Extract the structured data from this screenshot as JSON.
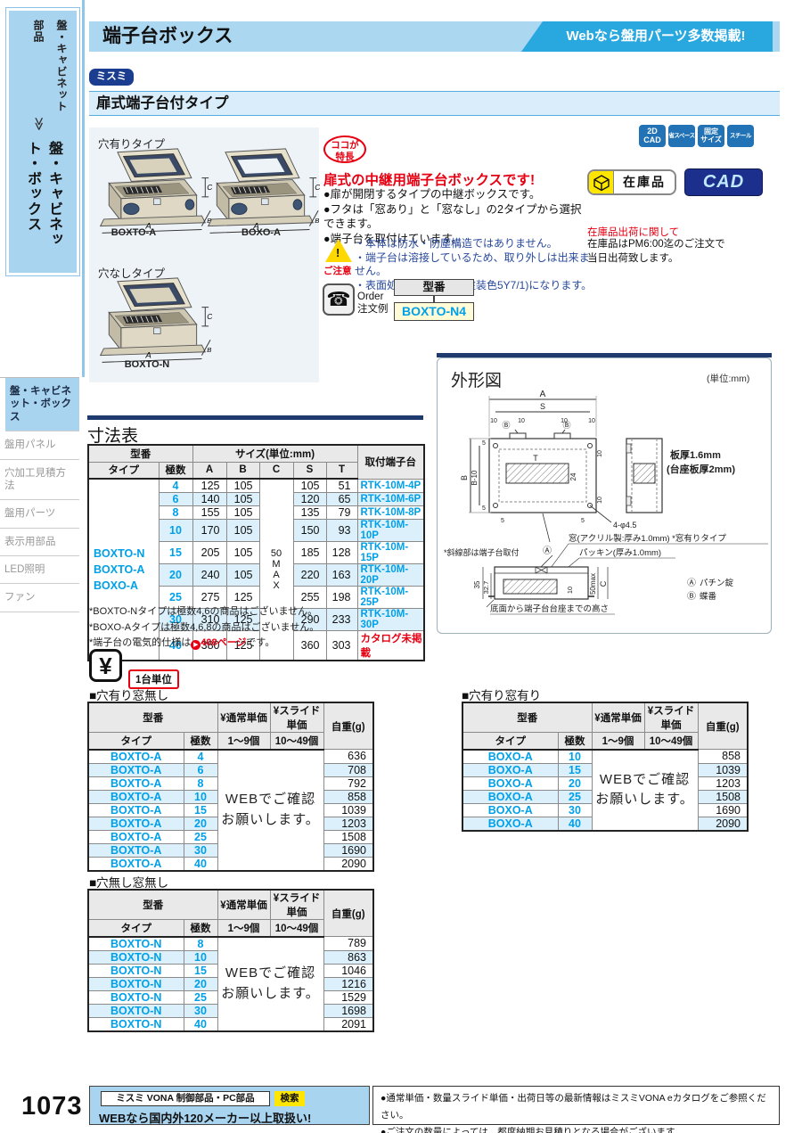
{
  "colors": {
    "accent_blue": "#29a8e0",
    "light_blue": "#abd7f1",
    "navy": "#1b3d8f",
    "tag_blue": "#2173b5",
    "link_blue": "#00a0e9",
    "alert_red": "#e60012",
    "stripe_blue": "#dcf0fb",
    "highlight_yellow": "#ffe600"
  },
  "header": {
    "page_title": "端子台ボックス",
    "web_banner": "Webなら盤用パーツ多数掲載!",
    "brand_badge": "ミスミ",
    "product_title": "扉式端子台付タイプ"
  },
  "sidebar": {
    "top_label": "盤・キャビネット",
    "top_label_sub": "部品",
    "chevron": "≫",
    "category": "盤・キャビネット・ボックス",
    "items": [
      "盤・キャビネット・ボックス",
      "盤用パネル",
      "穴加工見積方法",
      "盤用パーツ",
      "表示用部品",
      "LED照明",
      "ファン"
    ]
  },
  "products": {
    "hole_type_label": "穴有りタイプ",
    "no_hole_type_label": "穴なしタイプ",
    "models": [
      "BOXTO-A",
      "BOXO-A",
      "BOXTO-N"
    ],
    "dim_a": "A",
    "dim_b": "B",
    "dim_c": "C"
  },
  "features": {
    "badge_line1": "ココが",
    "badge_line2": "特長",
    "heading": "扉式の中継用端子台ボックスです!",
    "bullets": [
      "●扉が開閉するタイプの中継ボックスです。",
      "●フタは「窓あり」と「窓なし」の2タイプから選択できます。",
      "●端子台を取付けています。"
    ],
    "caution_mark": "!",
    "caution_label": "ご注意",
    "cautions": [
      "・本体は防水・防塵構造ではありません。",
      "・端子台は溶接しているため、取り外しは出来ません。",
      "・表面処理は焼付塗装(塗装色5Y7/1)になります。"
    ],
    "order_line1": "Order",
    "order_line2": "注文例",
    "order_icon": "☎",
    "model_header": "型番",
    "order_example": "BOXTO-N4"
  },
  "stock": {
    "tags": [
      {
        "l1": "2D",
        "l2": "CAD"
      },
      {
        "l1": "省スペース",
        "l2": ""
      },
      {
        "l1": "固定",
        "l2": "サイズ"
      },
      {
        "l1": "スチール",
        "l2": ""
      }
    ],
    "stock_badge": "在庫品",
    "cad_button": "CAD",
    "ship_title": "在庫品出荷に関して",
    "ship_line1": "在庫品はPM6:00迄のご注文で",
    "ship_line2": "当日出荷致します。"
  },
  "drawing": {
    "title": "外形図",
    "unit": "(単位:mm)",
    "a": "A",
    "s": "S",
    "t": "T",
    "b": "B",
    "b10": "B-10",
    "n24": "24",
    "n10": "10",
    "n5": "5",
    "holes": "4-φ4.5",
    "plate1": "板厚1.6mm",
    "plate2": "(台座板厚2mm)",
    "window": "窓(アクリル製:厚み1.0mm) *窓有りタイプ",
    "packing": "パッキン(厚み1.0mm)",
    "hatch_note": "*斜線部は端子台取付",
    "n35": "35",
    "n327": "32.7",
    "n50max": "50max",
    "c": "C",
    "height_note": "底面から端子台台座までの高さ",
    "legend_a_mark": "Ⓐ",
    "legend_a": "パチン錠",
    "legend_b_mark": "Ⓑ",
    "legend_b": "蝶番"
  },
  "dim_table": {
    "title": "寸法表",
    "headers": {
      "model": "型番",
      "size": "サイズ(単位:mm)",
      "mount": "取付端子台",
      "type": "タイプ",
      "poles": "極数",
      "a": "A",
      "b": "B",
      "c": "C",
      "s": "S",
      "t": "T"
    },
    "type_models": [
      "BOXTO-N",
      "BOXTO-A",
      "BOXO-A"
    ],
    "c_lines": [
      "50",
      "M",
      "A",
      "X"
    ],
    "rows": [
      [
        "4",
        "125",
        "105",
        "105",
        "51",
        "RTK-10M-4P",
        false
      ],
      [
        "6",
        "140",
        "105",
        "120",
        "65",
        "RTK-10M-6P",
        false
      ],
      [
        "8",
        "155",
        "105",
        "135",
        "79",
        "RTK-10M-8P",
        false
      ],
      [
        "10",
        "170",
        "105",
        "150",
        "93",
        "RTK-10M-10P",
        false
      ],
      [
        "15",
        "205",
        "105",
        "185",
        "128",
        "RTK-10M-15P",
        false
      ],
      [
        "20",
        "240",
        "105",
        "220",
        "163",
        "RTK-10M-20P",
        false
      ],
      [
        "25",
        "275",
        "125",
        "255",
        "198",
        "RTK-10M-25P",
        false
      ],
      [
        "30",
        "310",
        "125",
        "290",
        "233",
        "RTK-10M-30P",
        false
      ],
      [
        "40",
        "380",
        "125",
        "360",
        "303",
        "カタログ未掲載",
        true
      ]
    ],
    "notes": [
      "*BOXTO-Nタイプは極数4,6の商品はございません。",
      "*BOXO-Aタイプは極数4,6,8の商品はございません。"
    ],
    "note3_pre": "*端子台の電気的仕様は",
    "note3_icon": "▶",
    "note3_link": "408ページ",
    "note3_suf": "です。"
  },
  "price": {
    "unit_symbol": "¥",
    "unit_badge": "1台単位",
    "headers": {
      "model": "型番",
      "type": "タイプ",
      "poles": "極数",
      "normal": "¥通常単価",
      "slide": "¥スライド単価",
      "range1": "1〜9個",
      "range2": "10〜49個",
      "weight": "自重(g)"
    },
    "web_line1": "WEBでご確認",
    "web_line2": "お願いします。",
    "tables": [
      {
        "label": "■穴有り窓無し",
        "rows": [
          [
            "BOXTO-A",
            "4",
            "636"
          ],
          [
            "BOXTO-A",
            "6",
            "708"
          ],
          [
            "BOXTO-A",
            "8",
            "792"
          ],
          [
            "BOXTO-A",
            "10",
            "858"
          ],
          [
            "BOXTO-A",
            "15",
            "1039"
          ],
          [
            "BOXTO-A",
            "20",
            "1203"
          ],
          [
            "BOXTO-A",
            "25",
            "1508"
          ],
          [
            "BOXTO-A",
            "30",
            "1690"
          ],
          [
            "BOXTO-A",
            "40",
            "2090"
          ]
        ]
      },
      {
        "label": "■穴有り窓有り",
        "rows": [
          [
            "BOXO-A",
            "10",
            "858"
          ],
          [
            "BOXO-A",
            "15",
            "1039"
          ],
          [
            "BOXO-A",
            "20",
            "1203"
          ],
          [
            "BOXO-A",
            "25",
            "1508"
          ],
          [
            "BOXO-A",
            "30",
            "1690"
          ],
          [
            "BOXO-A",
            "40",
            "2090"
          ]
        ]
      },
      {
        "label": "■穴無し窓無し",
        "rows": [
          [
            "BOXTO-N",
            "8",
            "789"
          ],
          [
            "BOXTO-N",
            "10",
            "863"
          ],
          [
            "BOXTO-N",
            "15",
            "1046"
          ],
          [
            "BOXTO-N",
            "20",
            "1216"
          ],
          [
            "BOXTO-N",
            "25",
            "1529"
          ],
          [
            "BOXTO-N",
            "30",
            "1698"
          ],
          [
            "BOXTO-N",
            "40",
            "2091"
          ]
        ]
      }
    ]
  },
  "footer": {
    "page_number": "1073",
    "search_label": "ミスミ VONA 制御部品・PC部品",
    "search_button": "検索",
    "slogan": "WEBなら国内外120メーカー以上取扱い!",
    "notes": [
      "●通常単価・数量スライド単価・出荷日等の最新情報はミスミVONA eカタログをご参照ください。",
      "●ご注文の数量によっては、都度納期お見積りとなる場合がございます。"
    ]
  }
}
